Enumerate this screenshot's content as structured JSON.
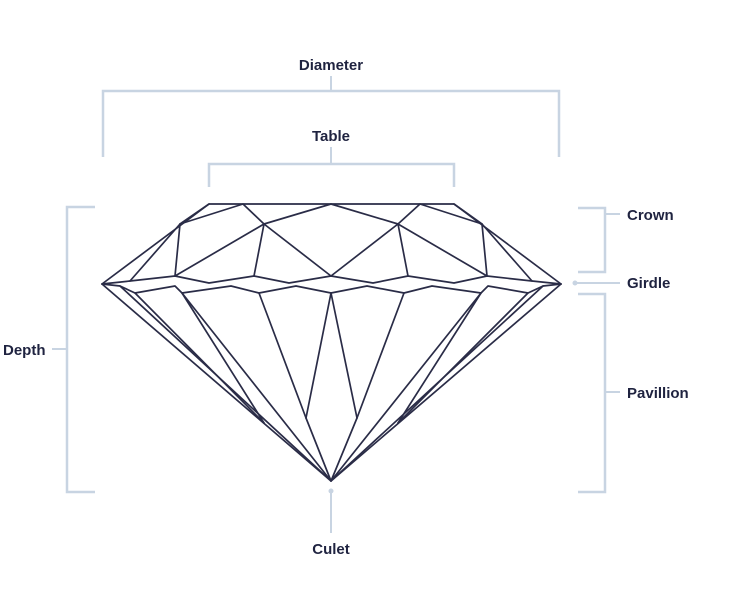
{
  "labels": {
    "diameter": "Diameter",
    "table": "Table",
    "crown": "Crown",
    "girdle": "Girdle",
    "pavillion": "Pavillion",
    "depth": "Depth",
    "culet": "Culet"
  },
  "colors": {
    "outline": "#2a2c47",
    "bracket": "#c8d4e2",
    "text": "#1f2340"
  }
}
